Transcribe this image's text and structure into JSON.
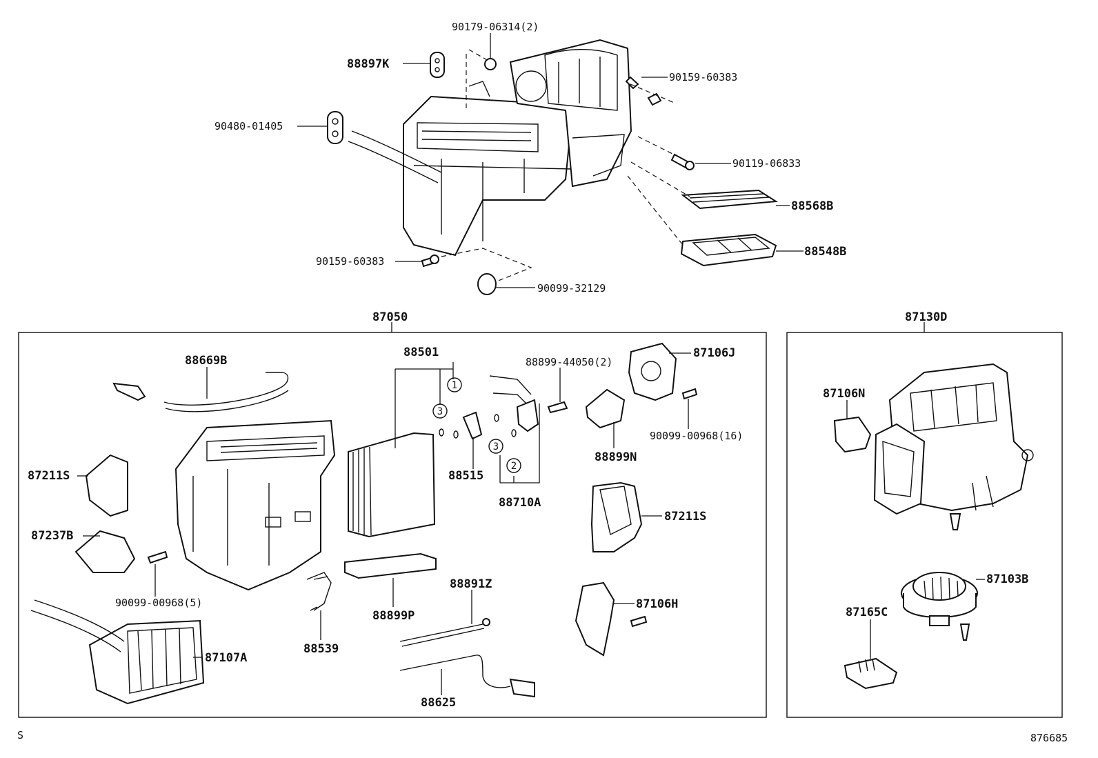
{
  "labels": {
    "p90179_06314": "90179-06314(2)",
    "p88897k": "88897K",
    "p90159_60383_a": "90159-60383",
    "p90480_01405": "90480-01405",
    "p90119_06833": "90119-06833",
    "p88568b": "88568B",
    "p88548b": "88548B",
    "p90159_60383_b": "90159-60383",
    "p90099_32129": "90099-32129",
    "p87050": "87050",
    "p87130d": "87130D",
    "p88669b": "88669B",
    "p88501": "88501",
    "p88899_44050": "88899-44050(2)",
    "p87106j": "87106J",
    "p90099_00968_16": "90099-00968(16)",
    "p88899n": "88899N",
    "p87211s_left": "87211S",
    "p88515": "88515",
    "p88710a": "88710A",
    "p87237b": "87237B",
    "p87211s_right": "87211S",
    "p90099_00968_5": "90099-00968(5)",
    "p88891z": "88891Z",
    "p87106h": "87106H",
    "p88899p": "88899P",
    "p88539": "88539",
    "p87107a": "87107A",
    "p88625": "88625",
    "p87106n": "87106N",
    "p87103b": "87103B",
    "p87165c": "87165C"
  },
  "callouts": {
    "c1": "1",
    "c2": "2",
    "c3a": "3",
    "c3b": "3"
  },
  "corner": {
    "left_mark": "S",
    "figure_number": "876685"
  }
}
